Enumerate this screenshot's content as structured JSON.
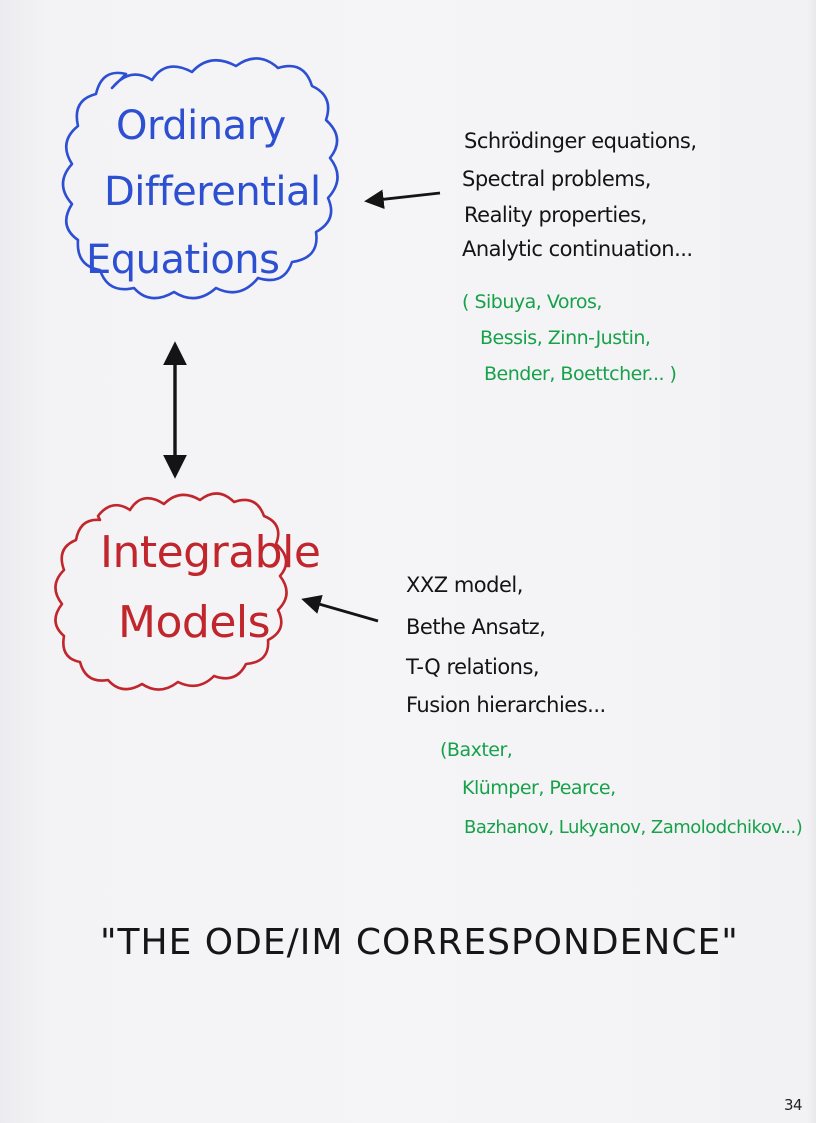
{
  "nodes": {
    "ode": {
      "line1": "Ordinary",
      "line2": "Differential",
      "line3": "Equations",
      "color": "#2d4fd2"
    },
    "im": {
      "line1": "Integrable",
      "line2": "Models",
      "color": "#c0262b"
    }
  },
  "notes": {
    "ode_topics": [
      "Schrödinger equations,",
      "Spectral problems,",
      "Reality properties,",
      "Analytic continuation..."
    ],
    "ode_authors": [
      "( Sibuya, Voros,",
      "Bessis, Zinn-Justin,",
      "Bender, Boettcher... )"
    ],
    "im_topics": [
      "XXZ model,",
      "Bethe Ansatz,",
      "T-Q relations,",
      "Fusion hierarchies..."
    ],
    "im_authors": [
      "(Baxter,",
      "Klümper, Pearce,",
      "Bazhanov, Lukyanov, Zamolodchikov...)"
    ],
    "topic_color": "#141414",
    "author_color": "#17a14a"
  },
  "title": "\"THE ODE/IM CORRESPONDENCE\"",
  "page_number": "34"
}
